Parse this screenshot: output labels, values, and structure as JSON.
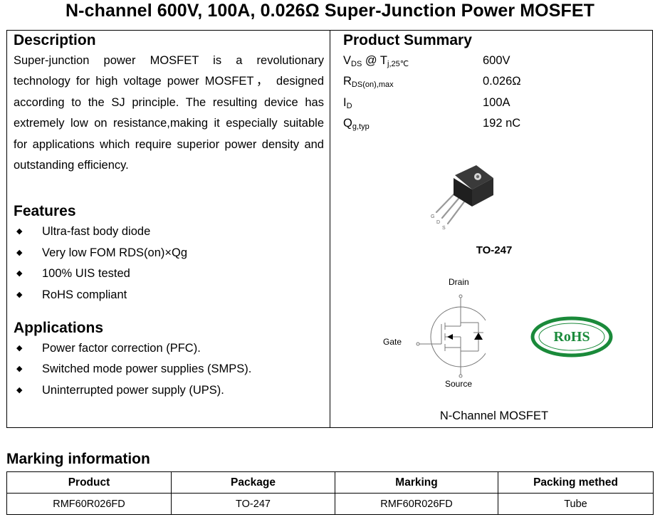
{
  "title": "N-channel 600V, 100A, 0.026Ω Super-Junction Power MOSFET",
  "description": {
    "heading": "Description",
    "text": "Super-junction power MOSFET is a revolutionary technology for high voltage power MOSFET， designed according to the SJ principle. The resulting device has extremely low on resistance,making it especially suitable for applications which require superior power density and outstanding efficiency."
  },
  "features": {
    "heading": "Features",
    "items": [
      "Ultra-fast body diode",
      "Very low FOM RDS(on)×Qg",
      "100% UIS tested",
      "RoHS compliant"
    ]
  },
  "applications": {
    "heading": "Applications",
    "items": [
      "Power factor correction (PFC).",
      "Switched mode power supplies (SMPS).",
      "Uninterrupted power supply (UPS)."
    ]
  },
  "bullet_glyph": "◆",
  "summary": {
    "heading": "Product Summary",
    "rows": [
      {
        "param_main": "V",
        "param_sub": "DS",
        "param_mid": " @ T",
        "param_sub2": "j,25℃",
        "value": "600V"
      },
      {
        "param_main": "R",
        "param_sub": "DS(on),max",
        "param_mid": "",
        "param_sub2": "",
        "value": "0.026Ω"
      },
      {
        "param_main": "I",
        "param_sub": "D",
        "param_mid": "",
        "param_sub2": "",
        "value": "100A"
      },
      {
        "param_main": "Q",
        "param_sub": "g,typ",
        "param_mid": "",
        "param_sub2": "",
        "value": "192 nC"
      }
    ]
  },
  "package": {
    "label": "TO-247",
    "pin_letters": [
      "G",
      "D",
      "S"
    ]
  },
  "schematic": {
    "drain": "Drain",
    "gate": "Gate",
    "source": "Source",
    "caption": "N-Channel MOSFET"
  },
  "rohs": {
    "text": "RoHS",
    "color": "#1a8a3a"
  },
  "marking": {
    "heading": "Marking information",
    "headers": [
      "Product",
      "Package",
      "Marking",
      "Packing methed"
    ],
    "row": [
      "RMF60R026FD",
      "TO-247",
      "RMF60R026FD",
      "Tube"
    ]
  }
}
